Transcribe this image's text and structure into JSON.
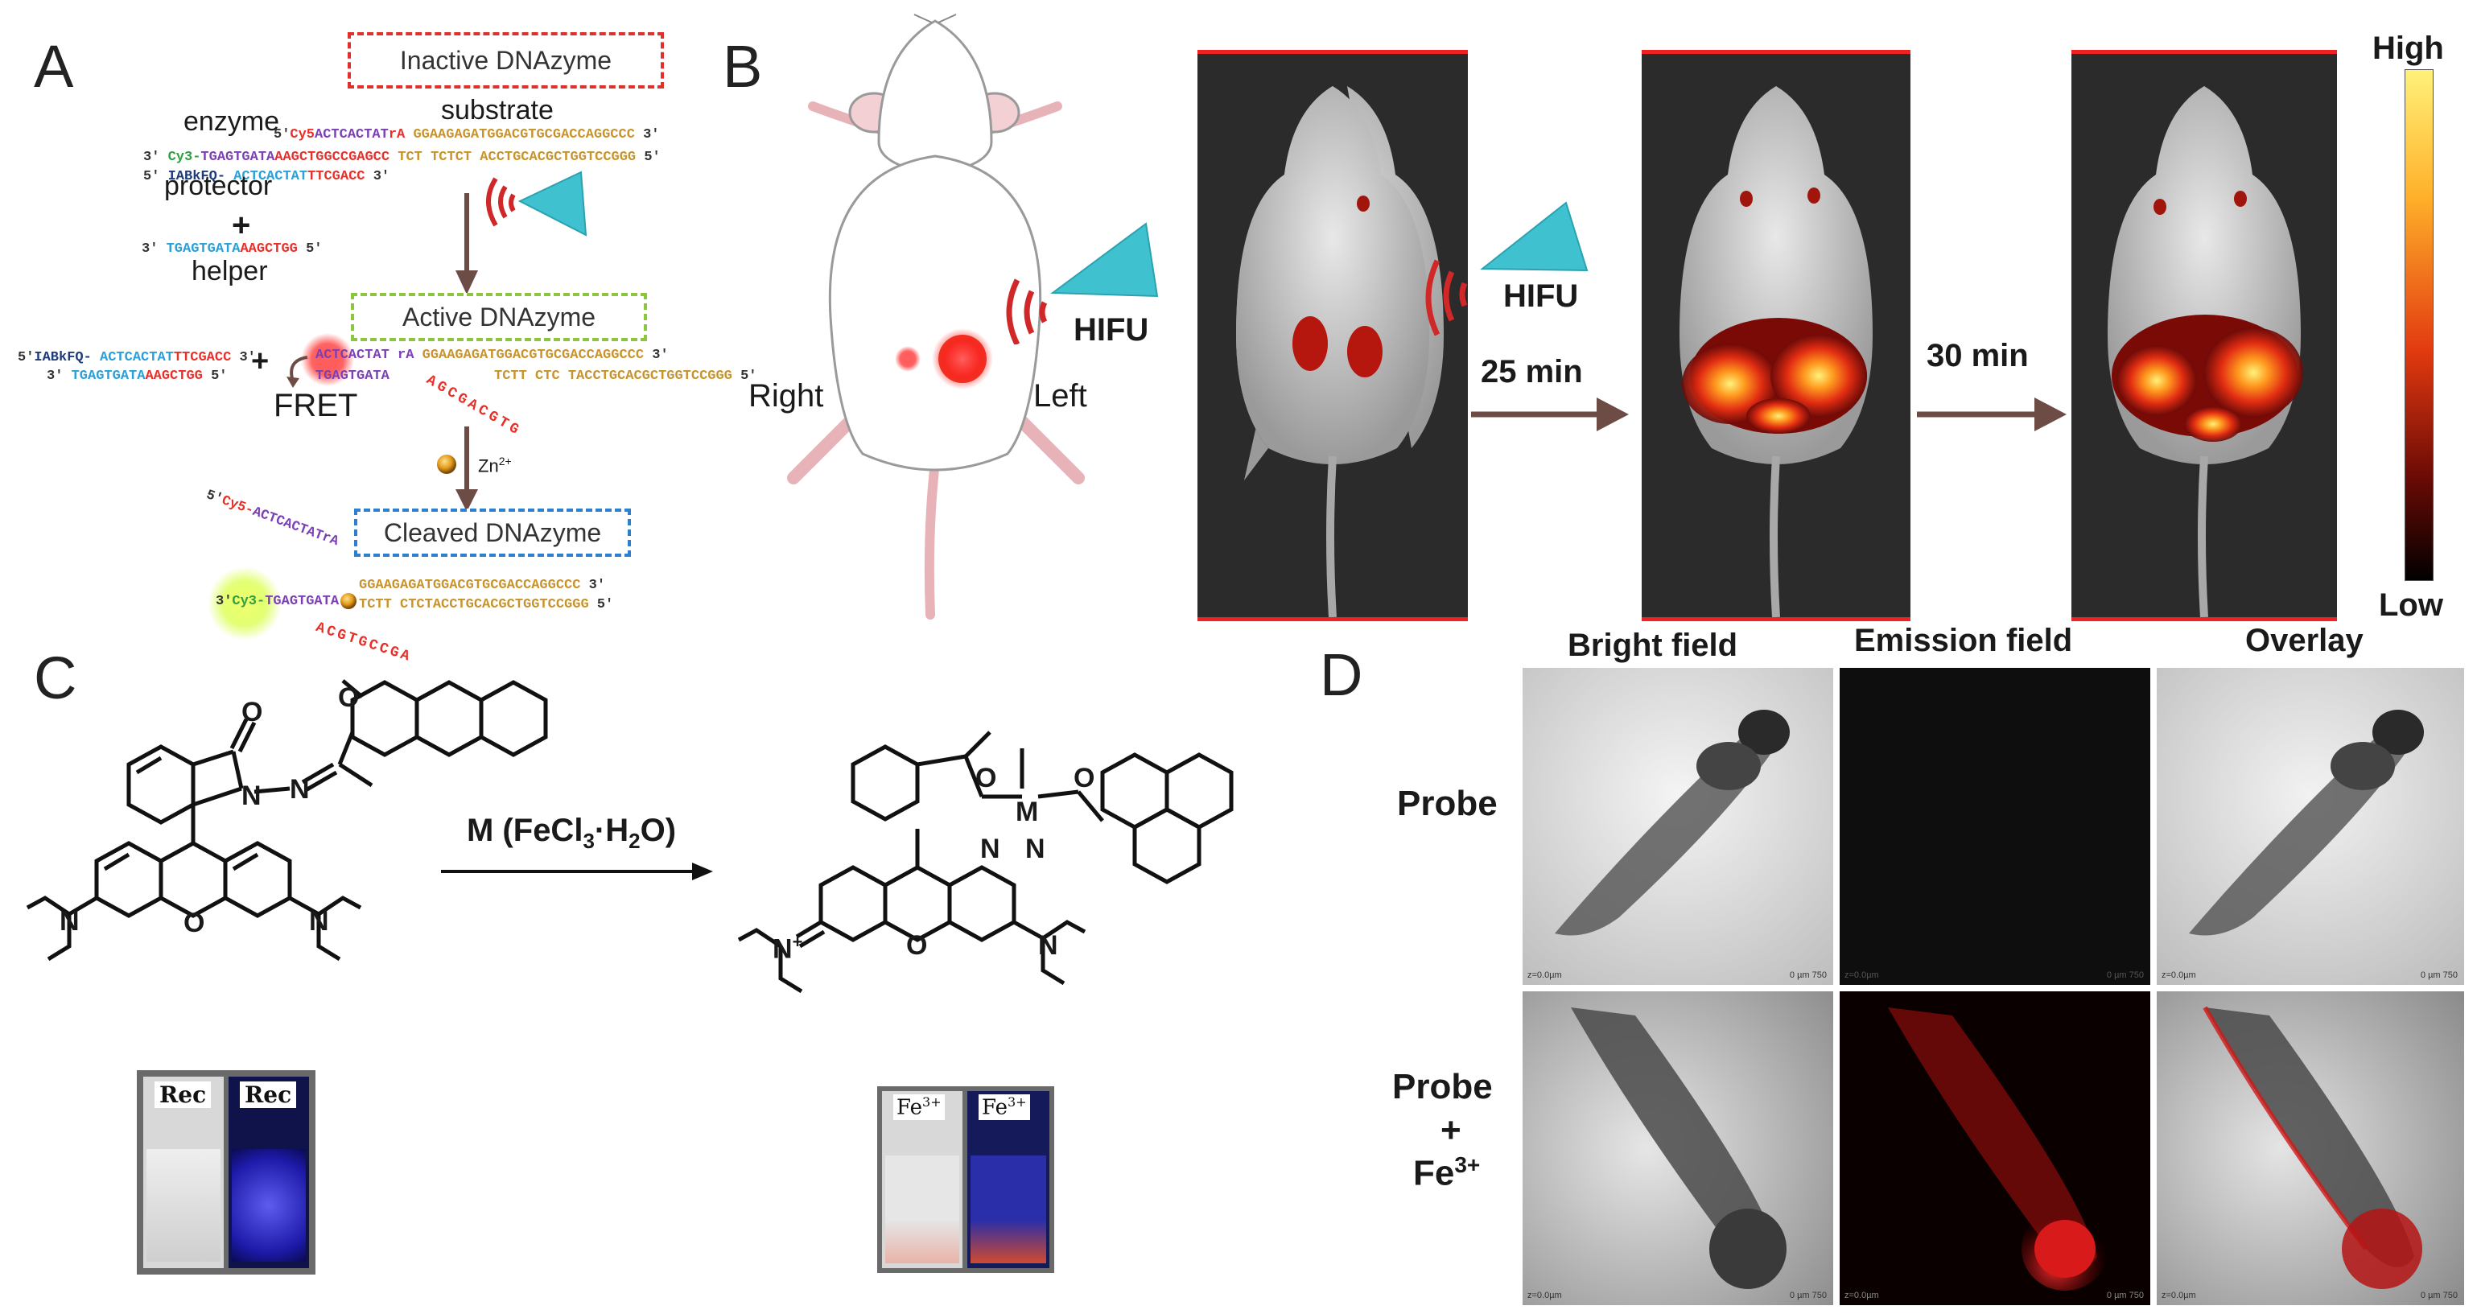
{
  "panels": {
    "a": "A",
    "b": "B",
    "c": "C",
    "d": "D"
  },
  "panel_a": {
    "inactive": "Inactive DNAzyme",
    "active": "Active DNAzyme",
    "cleaved": "Cleaved DNAzyme",
    "substrate": "substrate",
    "enzyme": "enzyme",
    "protector": "protector",
    "plus": "+",
    "helper": "helper",
    "fret": "FRET",
    "zn": "Zn",
    "zn_sup": "2+",
    "five_prime": "5'",
    "three_prime": "3'",
    "cy5_a": "Cy5",
    "sub_purple": "ACTCACTAT",
    "sub_red": "rA",
    "sub_top": "GGAAGAGATGGACGTGCGACCAGGCCC",
    "enz_cy3": "Cy3-",
    "enz_purple": "TGAGTGATA",
    "enz_red": "AAGCTGGCCGAGCC",
    "enz_gold": "TCT TCTCT ACCTGCACGCTGGTCCGGG",
    "prot_iab": "IABkFQ-",
    "prot_blue": "ACTCACTAT",
    "prot_red": "TTCGACC",
    "helper_blue": "TGAGTGATA",
    "helper_red": "AAGCTGG",
    "act_top": "GGAAGAGATGGACGTGCGACCAGGCCC",
    "act_bot": "TCTT CTC TACCTGCACGCTGGTCCGGG",
    "act_purple": "ACTCACTAT rA",
    "act_cy3": "TGAGTGATA",
    "loop": "AGCGACGTG",
    "cl_cy5": "Cy5-",
    "cl_purple": "ACTCACTATrA",
    "cl_cy3": "Cy3-",
    "cl_purple2": "TGAGTGATA",
    "cl_top": "GGAAGAGATGGACGTGCGACCAGGCCC",
    "cl_bot": "TCTT CTCTACCTGCACGCTGGTCCGGG",
    "cl_loop": "ACGTGCCGA"
  },
  "panel_b": {
    "right": "Right",
    "left": "Left",
    "hifu": "HIFU",
    "hifu2": "HIFU",
    "t1": "25 min",
    "t2": "30 min",
    "high": "High",
    "low": "Low"
  },
  "panel_c": {
    "reagent": "M (FeCl",
    "reagent_sub": "3",
    "reagent_tail": "·H",
    "reagent_sub2": "2",
    "reagent_end": "O)",
    "vial1": "Rec",
    "vial2": "Rec",
    "vial3": "Fe",
    "vial3_sup": "3+",
    "vial4": "Fe",
    "vial4_sup": "3+",
    "atom_o": "O",
    "atom_n": "N",
    "atom_m": "M",
    "atom_nplus": "N",
    "atom_plus": "+"
  },
  "panel_d": {
    "col1": "Bright field",
    "col2": "Emission field",
    "col3": "Overlay",
    "row1": "Probe",
    "row2_a": "Probe",
    "row2_b": "+",
    "row2_c": "Fe",
    "row2_sup": "3+",
    "z_label": "z=0.0µm",
    "scale": "0    µm   750"
  },
  "colors": {
    "red_dash": "#e0302b",
    "green_dash": "#8cc63f",
    "blue_dash": "#2f7fcf",
    "hifu_teal": "#3fc1cf",
    "arrow_brown": "#6d4c45",
    "heat_high": "#fff27a",
    "heat_low": "#000000",
    "seq_gold": "#c8932a",
    "seq_red": "#e8302a",
    "seq_purple": "#7b3fb6",
    "seq_blue": "#2a9fd8",
    "seq_navy": "#1d3a7a"
  }
}
